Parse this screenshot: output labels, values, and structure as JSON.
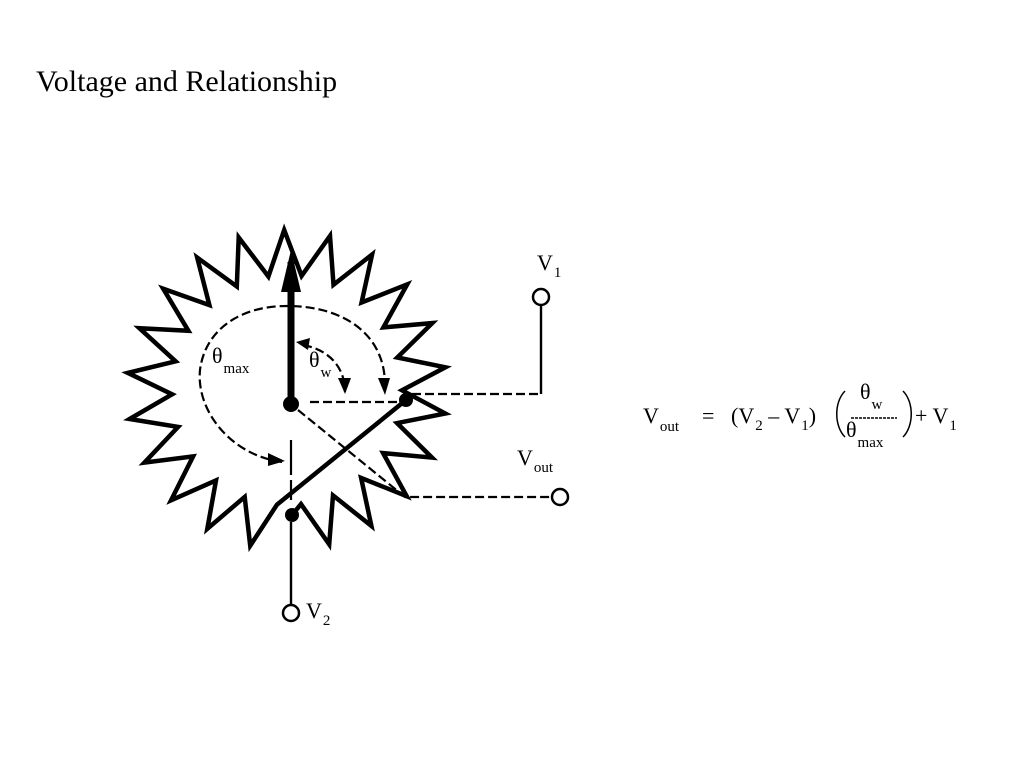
{
  "title": "Voltage and Relationship",
  "diagram": {
    "labels": {
      "v1": {
        "main": "V",
        "sub": "1"
      },
      "v2": {
        "main": "V",
        "sub": "2"
      },
      "vout": {
        "main": "V",
        "sub": "out"
      },
      "theta_max": {
        "main": "θ",
        "sub": "max"
      },
      "theta_w": {
        "main": "θ",
        "sub": "w"
      }
    }
  },
  "equation": {
    "lhs": "V",
    "lhs_sub": "out",
    "equals": "=",
    "paren_open": "(V",
    "v2_sub": "2",
    "minus": " – V",
    "v1_sub": "1",
    "paren_close": ")",
    "numerator": "θ",
    "numerator_sub": "w",
    "denominator": "θ",
    "denominator_sub": "max",
    "plus": "+ V",
    "plus_sub": "1"
  }
}
